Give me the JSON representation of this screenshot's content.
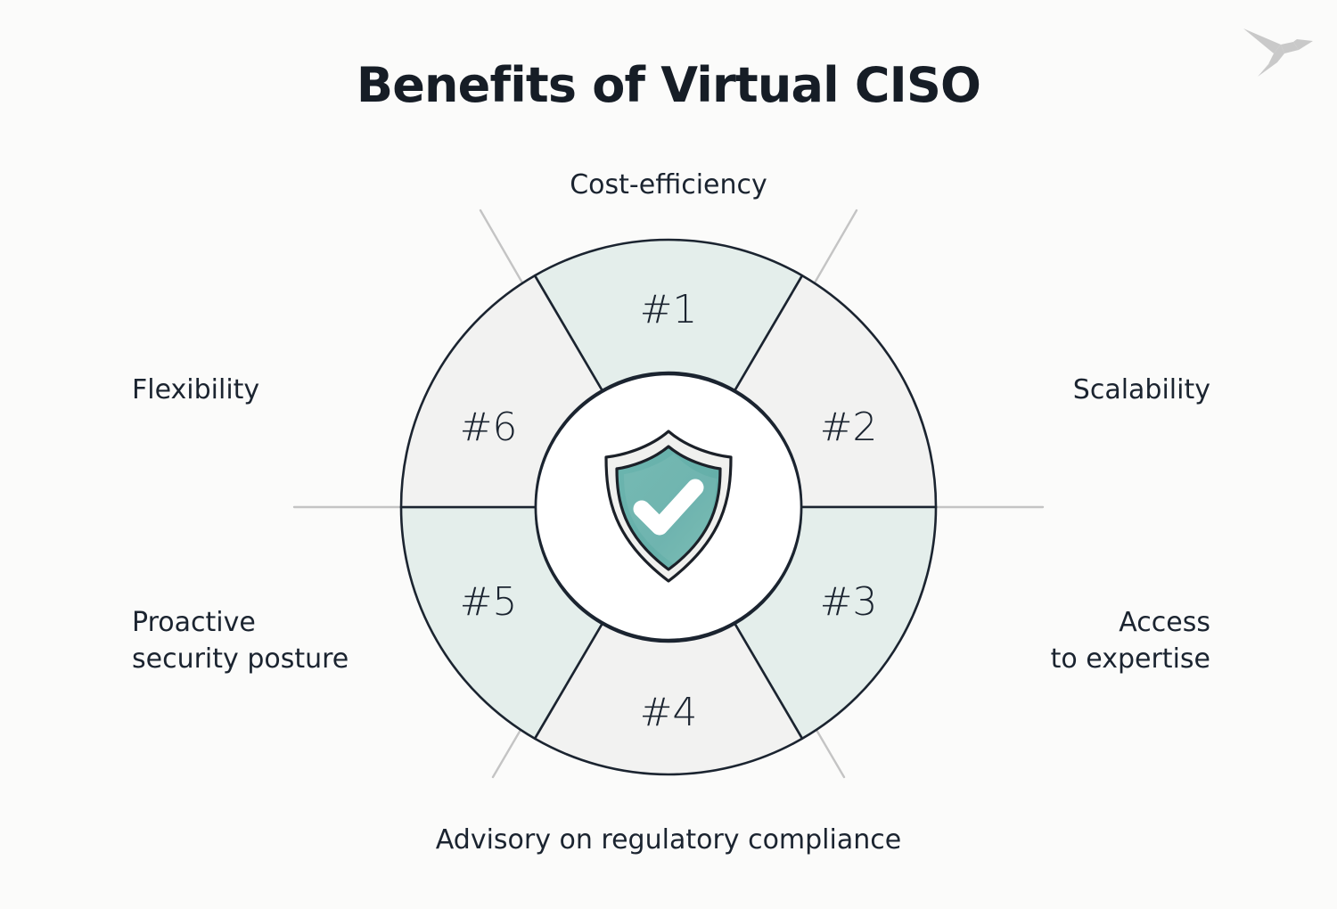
{
  "page": {
    "title": "Benefits of Virtual CISO",
    "background_color": "#fbfbfa",
    "text_color": "#1b2430"
  },
  "logo": {
    "name": "origami-bird-logo",
    "color": "#c9c9c9"
  },
  "diagram": {
    "type": "donut-segments",
    "center_icon": {
      "name": "shield-check-icon",
      "shield_fill": "#66b0aa",
      "shield_border": "#f0f0ee",
      "outline": "#1b2028",
      "check_color": "#ffffff"
    },
    "segment_colors": {
      "teal": "#e4eeeb",
      "grey": "#f2f2f1",
      "stroke": "#1b2430",
      "leader": "#c4c4c4",
      "inner_fill": "#ffffff"
    },
    "segments": [
      {
        "number": "#1",
        "label": "Cost-efficiency",
        "fill": "teal",
        "position": "top"
      },
      {
        "number": "#2",
        "label": "Scalability",
        "fill": "grey",
        "position": "upper-right"
      },
      {
        "number": "#3",
        "label": "Access\nto expertise",
        "fill": "teal",
        "position": "lower-right"
      },
      {
        "number": "#4",
        "label": "Advisory on regulatory compliance",
        "fill": "grey",
        "position": "bottom"
      },
      {
        "number": "#5",
        "label": "Proactive\nsecurity posture",
        "fill": "teal",
        "position": "lower-left"
      },
      {
        "number": "#6",
        "label": "Flexibility",
        "fill": "grey",
        "position": "upper-left"
      }
    ]
  }
}
